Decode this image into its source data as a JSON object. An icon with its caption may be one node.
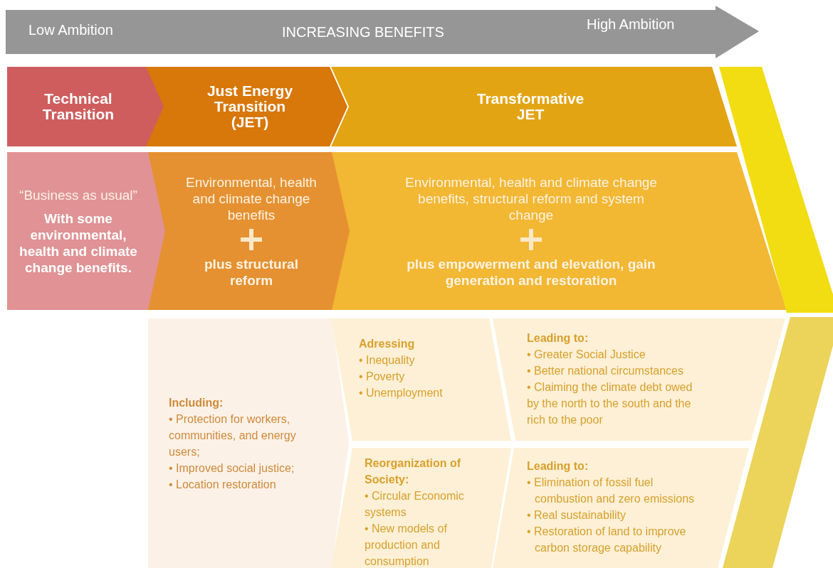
{
  "diagram": {
    "nodes": [
      {
        "text": [
          "Low Ambition",
          "INCREASING BENEFITS",
          "High Ambition"
        ]
      },
      {
        "text": [
          "Technical Transition"
        ]
      },
      {
        "text": [
          "Just Energy Transition (JET)"
        ]
      },
      {
        "text": [
          "Transformative JET"
        ]
      },
      {
        "text": [
          "“Business as usual”",
          "With some environmental, health and climate change benefits."
        ]
      },
      {
        "text": [
          "Environmental, health and climate change benefits",
          "plus structural reform"
        ]
      },
      {
        "text": [
          "Environmental, health and climate change benefits, structural reform and system change",
          "plus empowerment and elevation, gain generation and restoration"
        ]
      },
      {
        "text": [
          "Including:",
          "• Protection for workers, communities, and energy users;",
          "• Improved social justice;",
          "• Location restoration"
        ]
      },
      {
        "text": [
          "Adressing",
          "• Inequality",
          "• Poverty",
          "• Unemployment"
        ]
      },
      {
        "text": [
          "Leading to:",
          "• Greater Social Justice",
          "• Better national circumstances",
          "• Claiming the climate debt owed by the north to the south and the rich to the poor"
        ]
      },
      {
        "text": [
          "Reorganization of Society:",
          "• Circular Economic systems",
          "• New models of production and consumption"
        ]
      },
      {
        "text": [
          "Leading to:",
          "• Elimination of fossil fuel combustion and zero emissions",
          "• Real sustainability",
          "• Restoration of land to improve carbon storage capability"
        ]
      },
      {
        "text": [],
        "shape": "band"
      },
      {
        "text": [],
        "shape": "band"
      }
    ]
  }
}
